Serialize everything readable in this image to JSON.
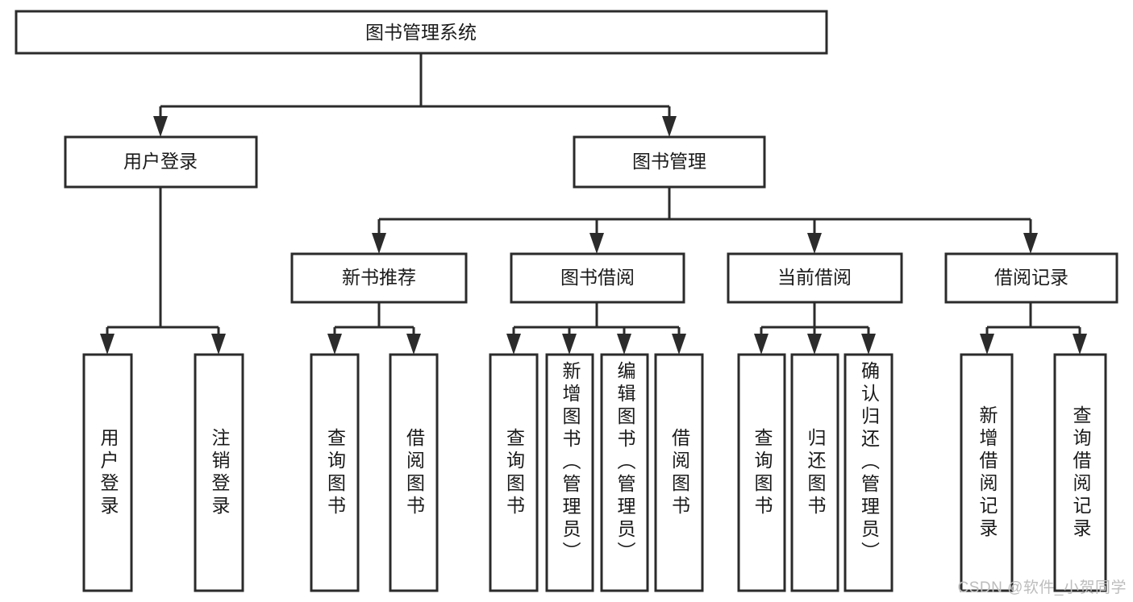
{
  "diagram": {
    "type": "tree",
    "title": "图书管理系统",
    "watermark": "CSDN @软件_小贺同学",
    "nodes": {
      "root": {
        "label": "图书管理系统",
        "level": 0
      },
      "user_login": {
        "label": "用户登录",
        "level": 1
      },
      "book_mgmt": {
        "label": "图书管理",
        "level": 1
      },
      "new_book_rec": {
        "label": "新书推荐",
        "level": 2
      },
      "book_borrow": {
        "label": "图书借阅",
        "level": 2
      },
      "current_borrow": {
        "label": "当前借阅",
        "level": 2
      },
      "borrow_record": {
        "label": "借阅记录",
        "level": 2
      },
      "leaf_user_login": {
        "label": "用户登录",
        "level": 3
      },
      "leaf_logout": {
        "label": "注销登录",
        "level": 3
      },
      "leaf_query_book_1": {
        "label": "查询图书",
        "level": 3
      },
      "leaf_borrow_book_1": {
        "label": "借阅图书",
        "level": 3
      },
      "leaf_query_book_2": {
        "label": "查询图书",
        "level": 3
      },
      "leaf_add_book": {
        "label": "新增图书（管理员）",
        "level": 3
      },
      "leaf_edit_book": {
        "label": "编辑图书（管理员）",
        "level": 3
      },
      "leaf_borrow_book_2": {
        "label": "借阅图书",
        "level": 3
      },
      "leaf_query_book_3": {
        "label": "查询图书",
        "level": 3
      },
      "leaf_return_book": {
        "label": "归还图书",
        "level": 3
      },
      "leaf_confirm_return": {
        "label": "确认归还（管理员）",
        "level": 3
      },
      "leaf_add_record": {
        "label": "新增借阅记录",
        "level": 3
      },
      "leaf_query_record": {
        "label": "查询借阅记录",
        "level": 3
      }
    },
    "edges": [
      {
        "from": "root",
        "to": "user_login"
      },
      {
        "from": "root",
        "to": "book_mgmt"
      },
      {
        "from": "user_login",
        "to": "leaf_user_login"
      },
      {
        "from": "user_login",
        "to": "leaf_logout"
      },
      {
        "from": "book_mgmt",
        "to": "new_book_rec"
      },
      {
        "from": "book_mgmt",
        "to": "book_borrow"
      },
      {
        "from": "book_mgmt",
        "to": "current_borrow"
      },
      {
        "from": "book_mgmt",
        "to": "borrow_record"
      },
      {
        "from": "new_book_rec",
        "to": "leaf_query_book_1"
      },
      {
        "from": "new_book_rec",
        "to": "leaf_borrow_book_1"
      },
      {
        "from": "book_borrow",
        "to": "leaf_query_book_2"
      },
      {
        "from": "book_borrow",
        "to": "leaf_add_book"
      },
      {
        "from": "book_borrow",
        "to": "leaf_edit_book"
      },
      {
        "from": "book_borrow",
        "to": "leaf_borrow_book_2"
      },
      {
        "from": "current_borrow",
        "to": "leaf_query_book_3"
      },
      {
        "from": "current_borrow",
        "to": "leaf_return_book"
      },
      {
        "from": "current_borrow",
        "to": "leaf_confirm_return"
      },
      {
        "from": "borrow_record",
        "to": "leaf_add_record"
      },
      {
        "from": "borrow_record",
        "to": "leaf_query_record"
      }
    ],
    "colors": {
      "box_stroke": "#2b2b2b",
      "box_fill": "#ffffff",
      "text": "#1a1a1a",
      "watermark": "#bdbdbd",
      "background": "#ffffff"
    }
  }
}
